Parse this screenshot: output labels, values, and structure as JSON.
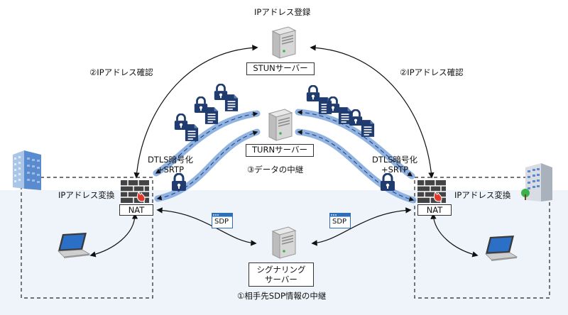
{
  "stun": {
    "top_label": "IPアドレス登録",
    "box_label": "STUNサーバー"
  },
  "confirm_left": "②IPアドレス確認",
  "confirm_right": "②IPアドレス確認",
  "turn": {
    "box_label": "TURNサーバー",
    "relay_label": "③データの中継"
  },
  "dtls_left": {
    "line1": "DTLS暗号化",
    "line2": "+SRTP"
  },
  "dtls_right": {
    "line1": "DTLS暗号化",
    "line2": "+SRTP"
  },
  "nat_left": {
    "label": "NAT",
    "translate": "IPアドレス変換"
  },
  "nat_right": {
    "label": "NAT",
    "translate": "IPアドレス変換"
  },
  "sdp_left": "SDP",
  "sdp_right": "SDP",
  "signaling": {
    "line1": "シグナリング",
    "line2": "サーバー",
    "relay_label": "①相手先SDP情報の中継"
  },
  "icons": {
    "server": "server-icon",
    "lock": "padlock-icon",
    "document": "document-icon",
    "firewall": "firewall-icon",
    "laptop": "laptop-icon",
    "building": "office-building-icon"
  },
  "colors": {
    "lock_blue": "#1f3b6f",
    "tunnel_blue": "#7ea6dd",
    "fire_red": "#e03a2e",
    "sdp_blue": "#2f6fb8"
  }
}
